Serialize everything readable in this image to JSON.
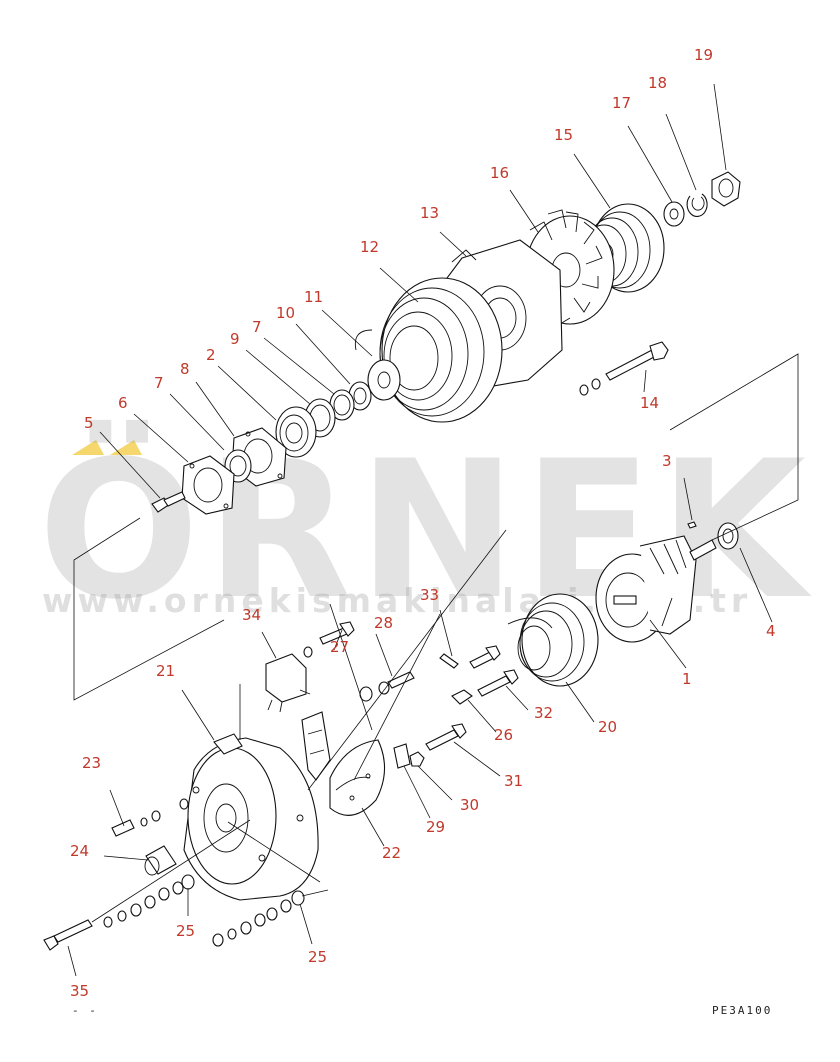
{
  "watermark": {
    "brand": "ÖRNEK",
    "url": "www.ornekismakinalari.com.tr",
    "accent_color": "#f5d76e"
  },
  "drawing_code": "PE3A100",
  "corner_mark": "- -",
  "colors": {
    "callout": "#c0392b",
    "line": "#111111"
  },
  "callouts": [
    {
      "id": "c19",
      "text": "19"
    },
    {
      "id": "c18",
      "text": "18"
    },
    {
      "id": "c17",
      "text": "17"
    },
    {
      "id": "c15",
      "text": "15"
    },
    {
      "id": "c16",
      "text": "16"
    },
    {
      "id": "c13",
      "text": "13"
    },
    {
      "id": "c12",
      "text": "12"
    },
    {
      "id": "c11",
      "text": "11"
    },
    {
      "id": "c10",
      "text": "10"
    },
    {
      "id": "c7a",
      "text": "7"
    },
    {
      "id": "c9",
      "text": "9"
    },
    {
      "id": "c2",
      "text": "2"
    },
    {
      "id": "c8",
      "text": "8"
    },
    {
      "id": "c7b",
      "text": "7"
    },
    {
      "id": "c6",
      "text": "6"
    },
    {
      "id": "c5",
      "text": "5"
    },
    {
      "id": "c14",
      "text": "14"
    },
    {
      "id": "c3",
      "text": "3"
    },
    {
      "id": "c4",
      "text": "4"
    },
    {
      "id": "c1",
      "text": "1"
    },
    {
      "id": "c33",
      "text": "33"
    },
    {
      "id": "c34",
      "text": "34"
    },
    {
      "id": "c28",
      "text": "28"
    },
    {
      "id": "c27",
      "text": "27"
    },
    {
      "id": "c21",
      "text": "21"
    },
    {
      "id": "c32",
      "text": "32"
    },
    {
      "id": "c20",
      "text": "20"
    },
    {
      "id": "c26",
      "text": "26"
    },
    {
      "id": "c31",
      "text": "31"
    },
    {
      "id": "c23",
      "text": "23"
    },
    {
      "id": "c30",
      "text": "30"
    },
    {
      "id": "c29",
      "text": "29"
    },
    {
      "id": "c22",
      "text": "22"
    },
    {
      "id": "c24",
      "text": "24"
    },
    {
      "id": "c25a",
      "text": "25"
    },
    {
      "id": "c25b",
      "text": "25"
    },
    {
      "id": "c35",
      "text": "35"
    }
  ]
}
